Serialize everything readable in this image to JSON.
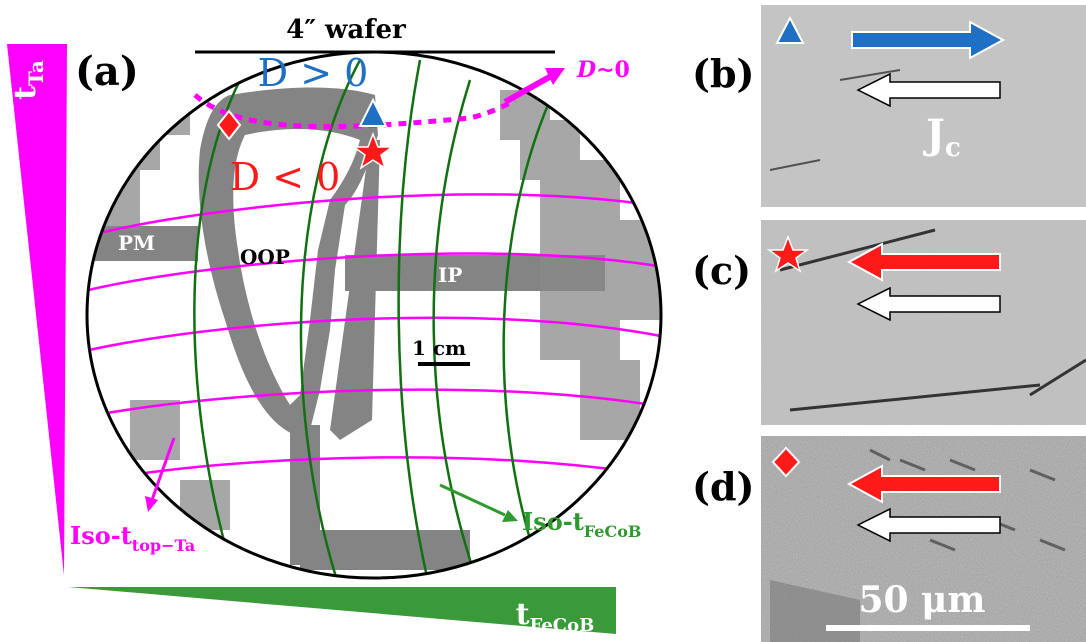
{
  "figure": {
    "panel_a": {
      "label": "(a)",
      "wafer_label": "4″ wafer",
      "d_positive": "D > 0",
      "d_negative": "D < 0",
      "d_zero": {
        "letter": "D",
        "suffix": "~0"
      },
      "region_pm": "PM",
      "region_oop": "OOP",
      "region_ip": "IP",
      "scale_bar": "1 cm",
      "iso_ta": {
        "prefix": "Iso-t",
        "sub": "top−Ta"
      },
      "iso_fecob": {
        "prefix": "Iso-t",
        "sub": "FeCoB"
      },
      "axis_vertical": {
        "main": "t",
        "sub": "Ta"
      },
      "axis_horizontal": {
        "main": "t",
        "sub": "FeCoB"
      }
    },
    "panel_b": {
      "label": "(b)",
      "current_label": {
        "main": "J",
        "sub": "c"
      }
    },
    "panel_c": {
      "label": "(c)"
    },
    "panel_d": {
      "label": "(d)",
      "scale_bar": "50 μm"
    },
    "colors": {
      "magenta": "#ff00ff",
      "green": "#2e9a2e",
      "dark_green": "#127012",
      "blue": "#1f6fc4",
      "red": "#ff1a1a"
    }
  }
}
